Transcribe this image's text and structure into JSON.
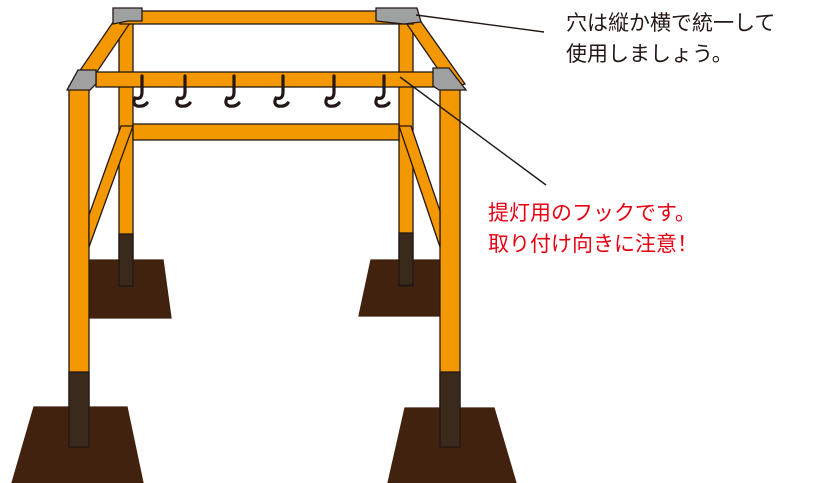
{
  "annotations": {
    "hole_note": [
      "穴は縦か横で統一して",
      "使用しましょう。"
    ],
    "hook_note": [
      "提灯用のフックです。",
      "取り付け向きに注意！"
    ]
  },
  "colors": {
    "wood": "#f39800",
    "wood_outline": "#231815",
    "bracket": "#9fa0a0",
    "ground": "#40220f",
    "post_base": "#3a2a1c",
    "hook": "#231815",
    "note_text": "#231815",
    "warning_text": "#e60012"
  }
}
